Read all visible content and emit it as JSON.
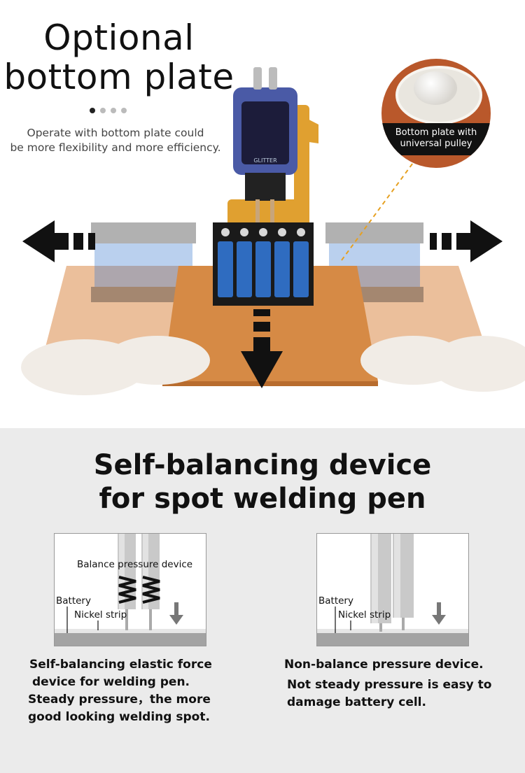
{
  "hero": {
    "title_line1": "Optional",
    "title_line2": "bottom plate",
    "carousel_dots": 4,
    "carousel_active_index": 0,
    "subtitle_line1": "Operate with bottom plate could",
    "subtitle_line2": "be more flexibility and more efficiency.",
    "callout_label_line1": "Bottom plate with",
    "callout_label_line2": "universal pulley",
    "device_brand": "GLITTER"
  },
  "feature": {
    "heading_line1": "Self-balancing device",
    "heading_line2": "for spot welding pen",
    "balanced_panel": {
      "label_device": "Balance pressure device",
      "label_battery": "Battery",
      "label_strip": "Nickel strip"
    },
    "nonbalanced_panel": {
      "label_battery": "Battery",
      "label_strip": "Nickel strip"
    },
    "balanced_caption": [
      "Self-balancing elastic force",
      "device for welding pen.",
      "Steady pressure，the more",
      "good looking welding spot."
    ],
    "nonbalanced_caption": [
      "Non-balance pressure device.",
      "Not steady pressure is easy to",
      "damage battery cell."
    ]
  },
  "colors": {
    "plate_orange": "#d68a45",
    "battery_blue": "#2f6cc0",
    "holder_black": "#1a1a1a",
    "arrow_black": "#111111",
    "callout_bg": "#b9582b",
    "section_bg": "#ebebeb"
  }
}
